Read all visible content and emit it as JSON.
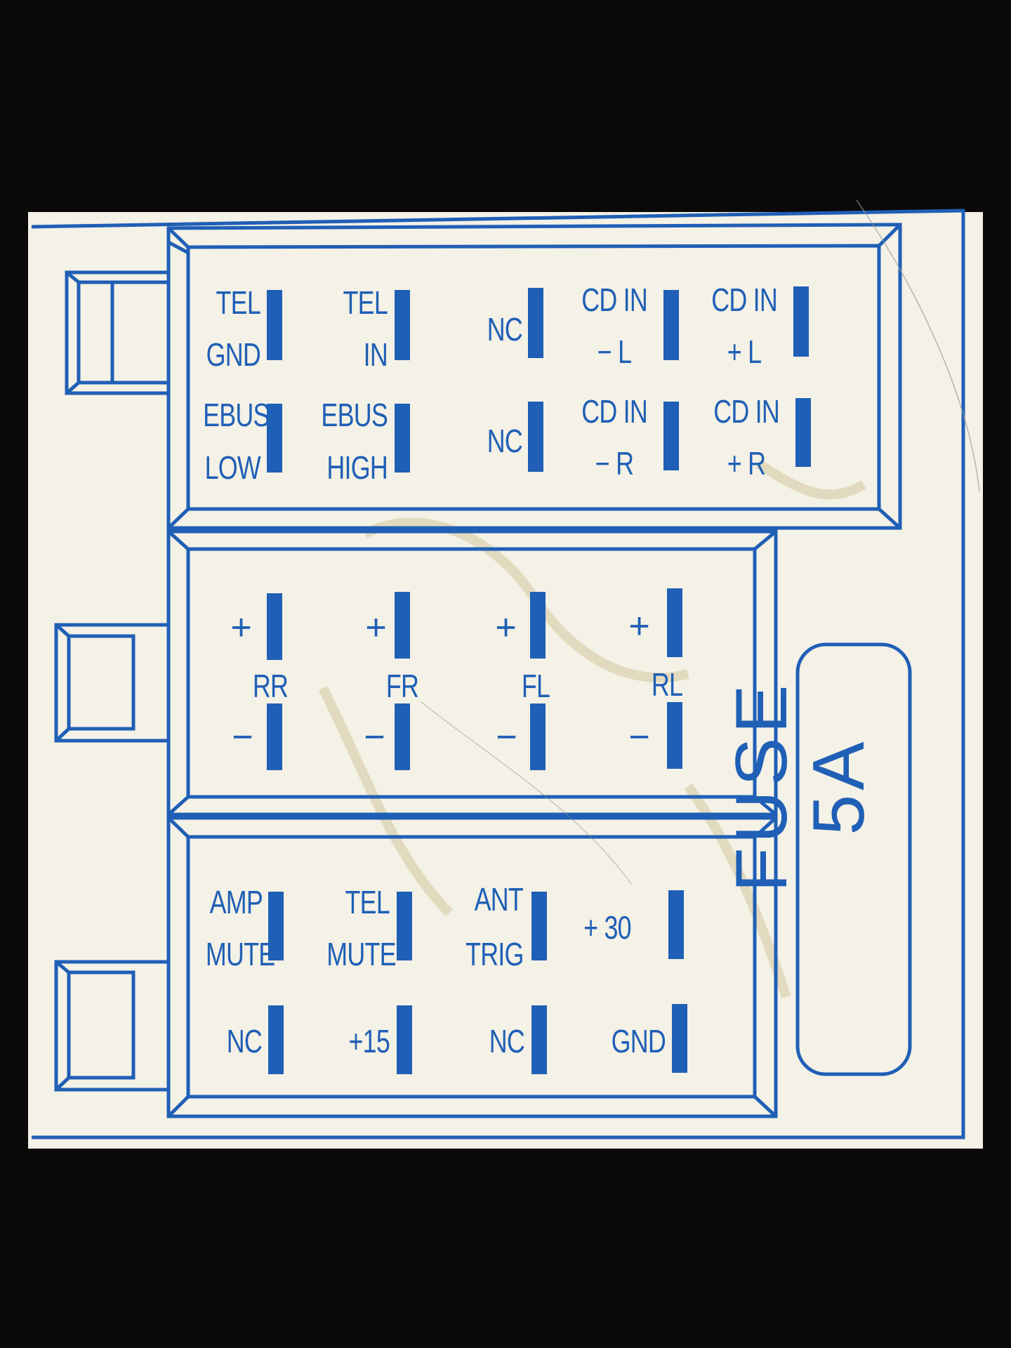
{
  "colors": {
    "ink": "#1f5fb6",
    "paper": "#f4f1e6",
    "frame": "#0b0908",
    "stain": "#cdbf8f"
  },
  "connector_a": {
    "row1": [
      {
        "top": "TEL",
        "bottom": "GND"
      },
      {
        "top": "TEL",
        "bottom": "IN"
      },
      {
        "top": "NC",
        "bottom": ""
      },
      {
        "top": "CD IN",
        "bottom": "− L"
      },
      {
        "top": "CD IN",
        "bottom": "+ L"
      }
    ],
    "row2": [
      {
        "top": "EBUS",
        "bottom": "LOW"
      },
      {
        "top": "EBUS",
        "bottom": "HIGH"
      },
      {
        "top": "NC",
        "bottom": ""
      },
      {
        "top": "CD IN",
        "bottom": "− R"
      },
      {
        "top": "CD IN",
        "bottom": "+ R"
      }
    ]
  },
  "connector_b": {
    "plus_sign": "+",
    "minus_sign": "−",
    "channels": [
      "RR",
      "FR",
      "FL",
      "RL"
    ]
  },
  "connector_c": {
    "row1": [
      {
        "top": "AMP",
        "bottom": "MUTE"
      },
      {
        "top": "TEL",
        "bottom": "MUTE"
      },
      {
        "top": "ANT",
        "bottom": "TRIG"
      },
      {
        "top": "+ 30",
        "bottom": ""
      }
    ],
    "row2": [
      "NC",
      "+15",
      "NC",
      "GND"
    ]
  },
  "fuse": {
    "label": "FUSE 5A"
  }
}
